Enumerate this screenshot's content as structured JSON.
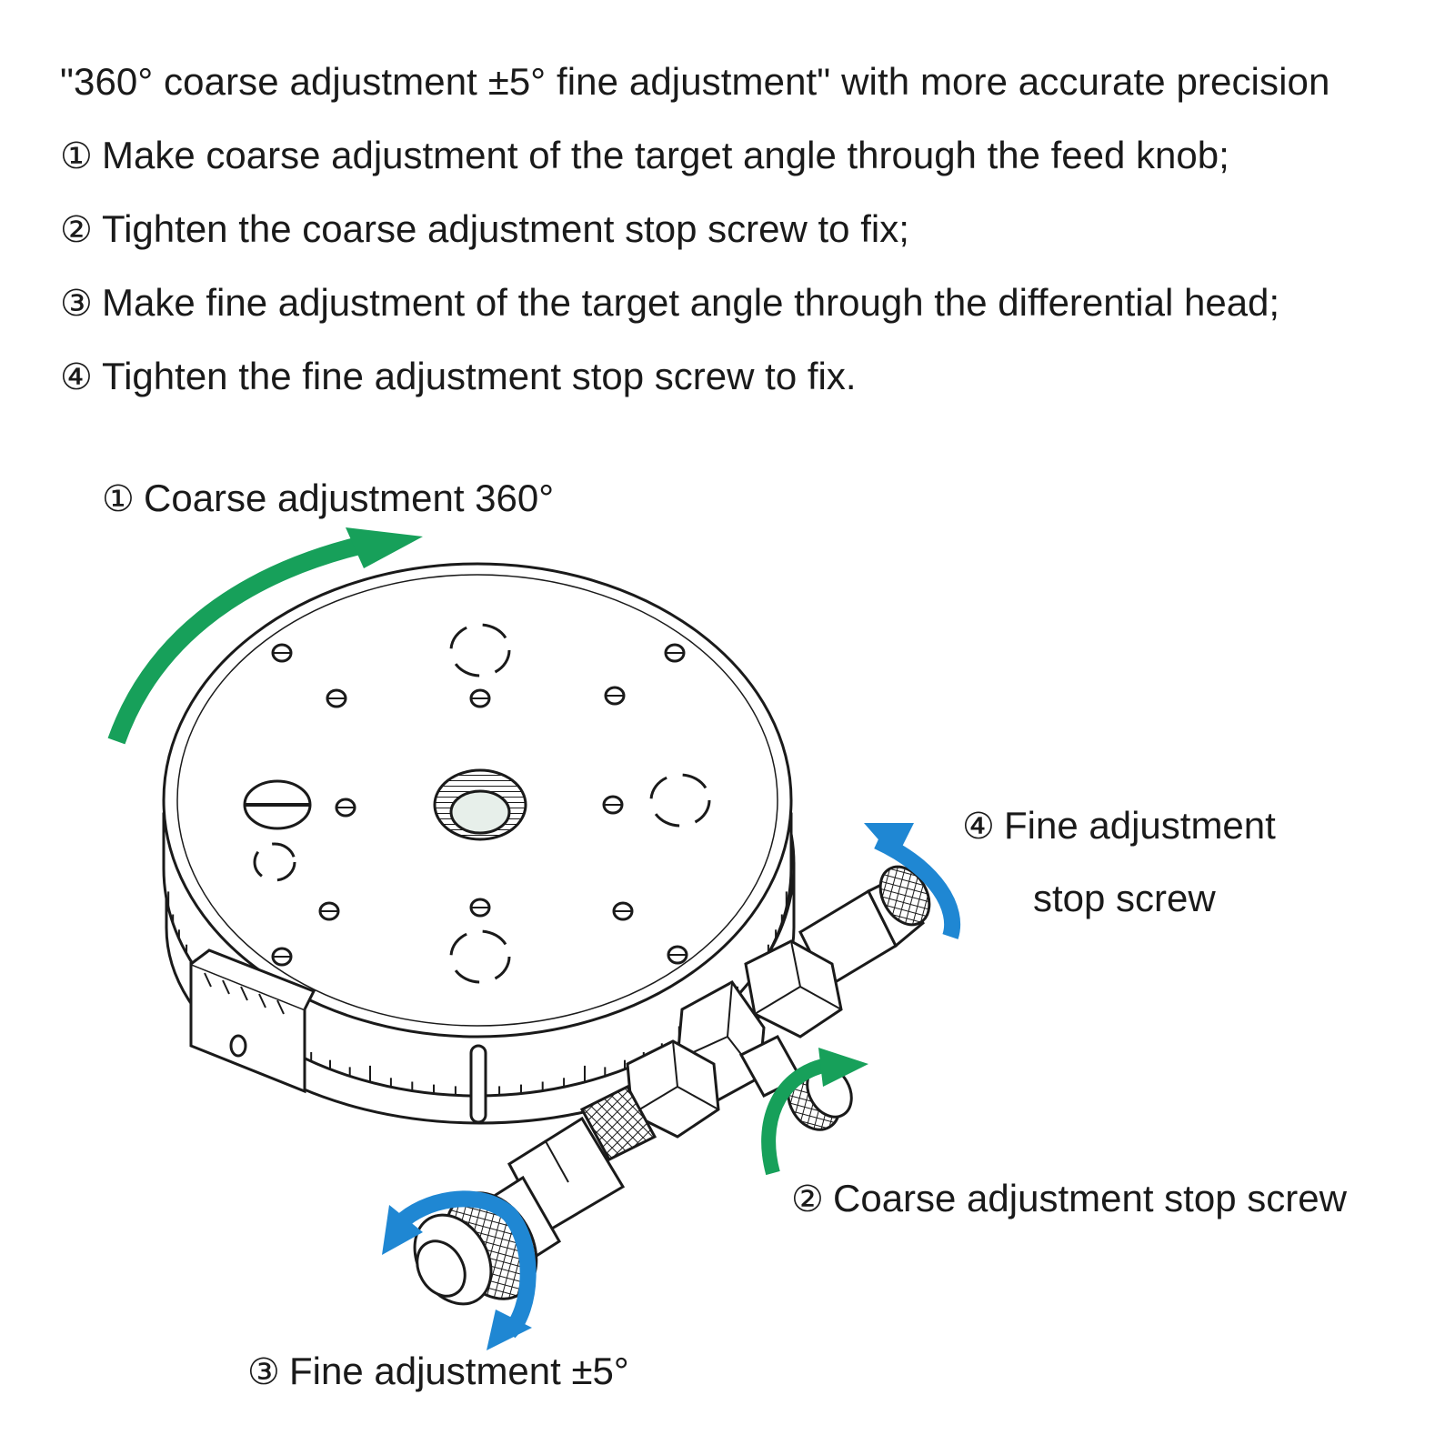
{
  "headline": "\"360° coarse adjustment ±5° fine adjustment\" with more accurate precision",
  "steps": [
    {
      "marker": "①",
      "text": "Make coarse adjustment of the target angle through the feed knob;"
    },
    {
      "marker": "②",
      "text": "Tighten the coarse adjustment stop screw to fix;"
    },
    {
      "marker": "③",
      "text": "Make fine adjustment of the target angle through the differential head;"
    },
    {
      "marker": "④",
      "text": "Tighten the fine adjustment stop screw to fix."
    }
  ],
  "callouts": {
    "coarse": {
      "marker": "①",
      "text": "Coarse adjustment 360°"
    },
    "fine_stop": {
      "marker": "④",
      "line1": "Fine adjustment",
      "line2": "stop screw"
    },
    "coarse_stop": {
      "marker": "②",
      "text": "Coarse adjustment stop screw"
    },
    "fine": {
      "marker": "③",
      "text": "Fine adjustment ±5°"
    }
  },
  "colors": {
    "green_arrow": "#17a05a",
    "blue_arrow": "#1f87d3",
    "line": "#1a1a1a"
  }
}
